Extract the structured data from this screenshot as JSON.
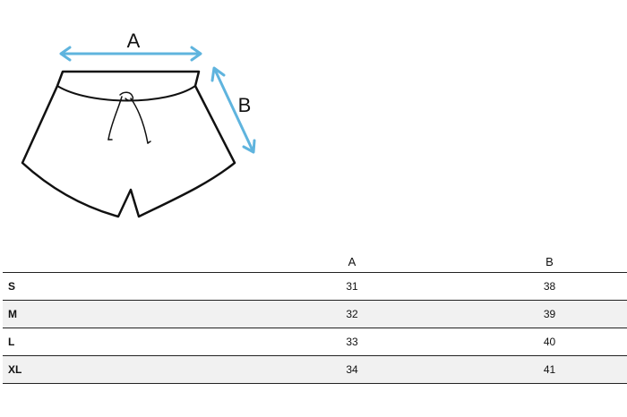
{
  "diagram": {
    "label_a": "A",
    "label_b": "B",
    "accent_color": "#5fb4de"
  },
  "table": {
    "headers": [
      "",
      "A",
      "B"
    ],
    "rows": [
      {
        "size": "S",
        "a": "31",
        "b": "38"
      },
      {
        "size": "M",
        "a": "32",
        "b": "39"
      },
      {
        "size": "L",
        "a": "33",
        "b": "40"
      },
      {
        "size": "XL",
        "a": "34",
        "b": "41"
      }
    ]
  }
}
